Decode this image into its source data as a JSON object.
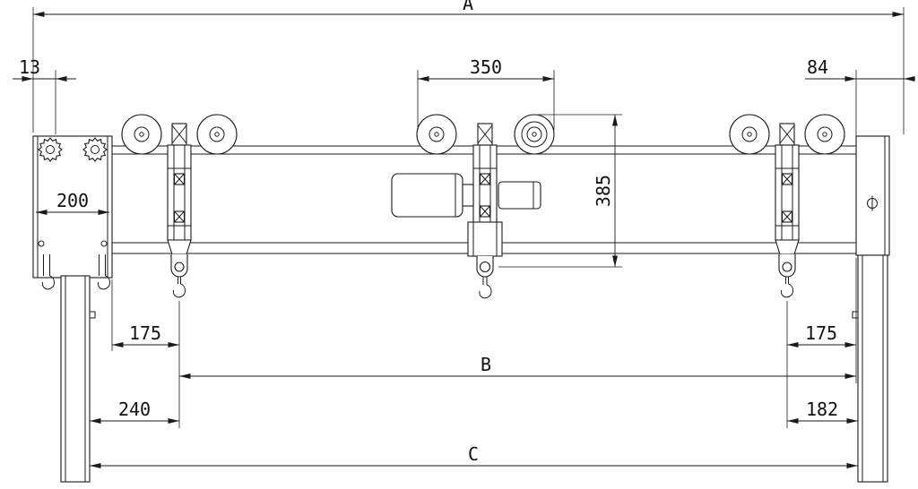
{
  "drawing": {
    "labels": {
      "overall_length": "A",
      "left_gap": "13",
      "trolley_outer_width": "350",
      "right_gap": "84",
      "end_plate_width": "200",
      "suspension_height": "385",
      "left_trolley_offset": "175",
      "trolley_distance": "B",
      "right_trolley_offset": "175",
      "left_column_distance": "240",
      "right_column_distance": "182",
      "column_span": "C"
    }
  }
}
